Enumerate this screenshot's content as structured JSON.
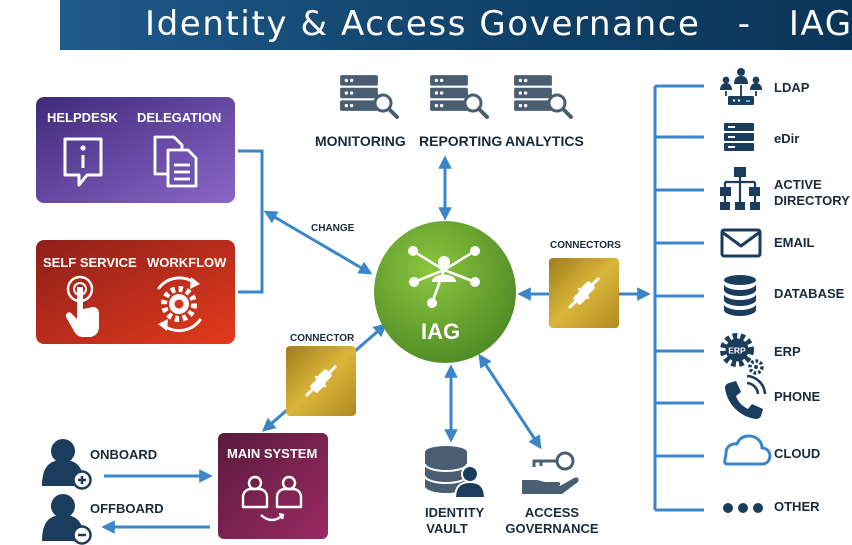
{
  "title": "Identity & Access Governance   -   IAG",
  "center": {
    "label": "IAG"
  },
  "top_services": {
    "monitoring": "MONITORING",
    "reporting": "REPORTING",
    "analytics": "ANALYTICS"
  },
  "blocks": {
    "helpdesk": "HELPDESK",
    "delegation": "DELEGATION",
    "self_service": "SELF SERVICE",
    "workflow": "WORKFLOW"
  },
  "edge_labels": {
    "change": "CHANGE",
    "connectors": "CONNECTORS",
    "connector": "CONNECTOR"
  },
  "main_system": "MAIN SYSTEM",
  "users": {
    "onboard": "ONBOARD",
    "offboard": "OFFBOARD"
  },
  "bottom": {
    "identity_vault": [
      "IDENTITY",
      "VAULT"
    ],
    "access_governance": [
      "ACCESS",
      "GOVERNANCE"
    ]
  },
  "targets": [
    {
      "label": "LDAP",
      "icon": "ldap-network-icon"
    },
    {
      "label": "eDir",
      "icon": "server-stack-icon"
    },
    {
      "label": "ACTIVE DIRECTORY",
      "lines": [
        "ACTIVE",
        "DIRECTORY"
      ],
      "icon": "hierarchy-icon"
    },
    {
      "label": "EMAIL",
      "icon": "envelope-icon"
    },
    {
      "label": "DATABASE",
      "icon": "database-icon"
    },
    {
      "label": "ERP",
      "icon": "erp-gear-icon"
    },
    {
      "label": "PHONE",
      "icon": "phone-icon"
    },
    {
      "label": "CLOUD",
      "icon": "cloud-icon"
    },
    {
      "label": "OTHER",
      "icon": "dots-icon"
    }
  ],
  "colors": {
    "title_bar": "#134a76",
    "navy": "#1b3d5d",
    "line_blue": "#3a86c8",
    "center_green": "#5f9e2f",
    "connector_gold": "#c9a52b",
    "purple": "#6a4ba8",
    "red": "#c92a1d",
    "main_system": "#7a1f4f",
    "icon_slate": "#4a5e72"
  }
}
